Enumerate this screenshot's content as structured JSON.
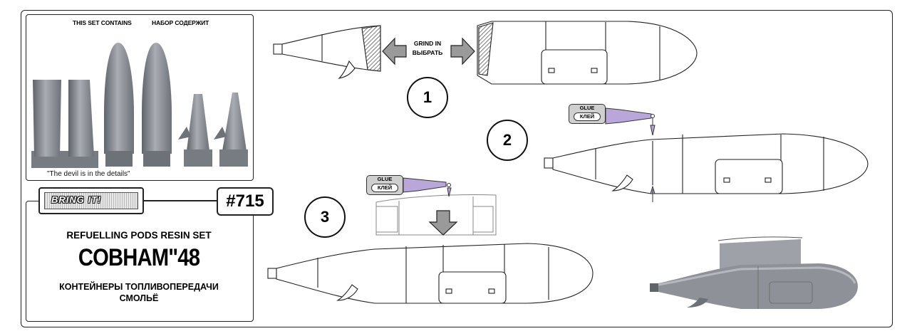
{
  "kit": {
    "contents_label_en": "THIS SET CONTAINS",
    "contents_label_ru": "НАБОР СОДЕРЖИТ",
    "slogan": "\"The devil is in the details\"",
    "brand": "BRING IT!",
    "code": "#715",
    "title_en": "REFUELLING PODS RESIN SET",
    "title_main": "COBHAM\"48",
    "title_ru_line1": "КОНТЕЙНЕРЫ ТОПЛИВОПЕРЕДАЧИ",
    "title_ru_line2": "СМОЛЬЁ"
  },
  "instructions": {
    "grind_en": "GRIND IN",
    "grind_ru": "ВЫБРАТЬ",
    "glue_en": "GLUE",
    "glue_ru": "КЛЕЙ",
    "steps": [
      "1",
      "2",
      "3"
    ]
  },
  "colors": {
    "outline": "#222222",
    "part_gray": "#8e9298",
    "part_dark": "#5f636a",
    "arrow_gray": "#9a9a9a",
    "glue_tip": "#b9a7d9"
  }
}
